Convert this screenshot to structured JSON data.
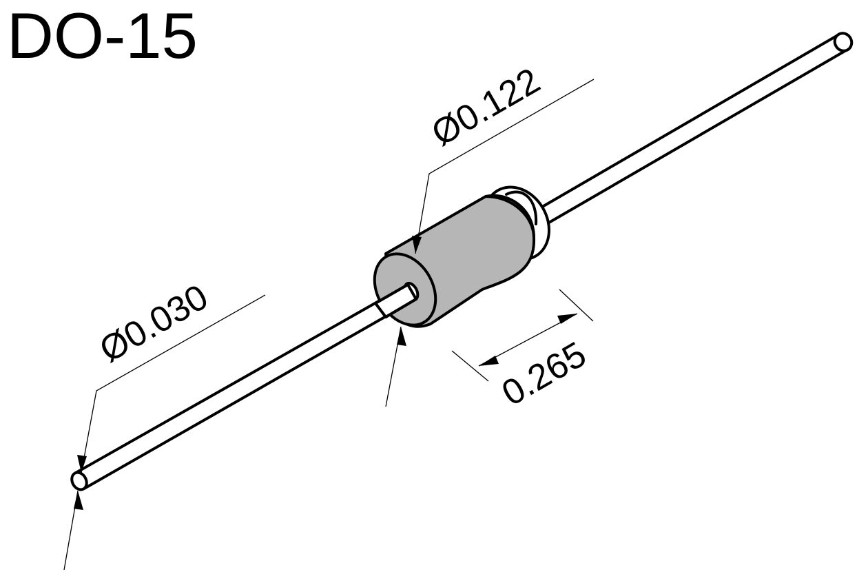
{
  "title": "DO-15",
  "dimensions": {
    "lead_diameter": "Ø0.030",
    "body_diameter": "Ø0.122",
    "body_length": "0.265"
  },
  "colors": {
    "body_fill": "#b6b6b6",
    "outline": "#000000",
    "background": "#ffffff"
  }
}
